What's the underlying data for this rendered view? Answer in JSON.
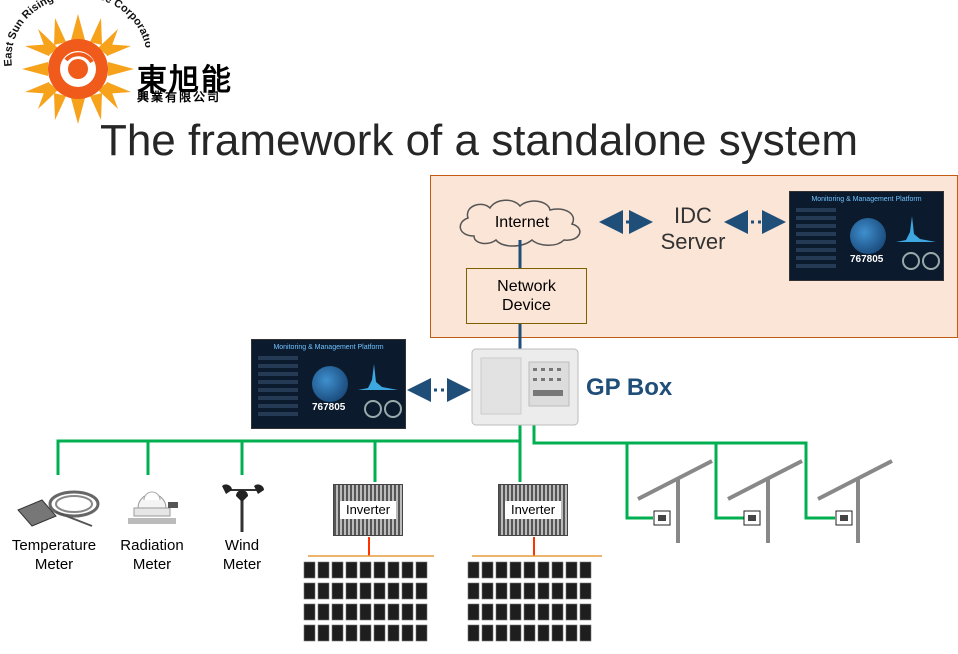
{
  "logo": {
    "company_english": "East Sun Rising Enterprise Corporation",
    "company_chinese": "東旭能",
    "company_chinese_sub": "興業有限公司"
  },
  "title": "The framework of a standalone system",
  "cloud": {
    "internet_label": "Internet",
    "idc_label": "IDC",
    "server_label": "Server",
    "network_device_label": "Network Device",
    "network_device_line1": "Network",
    "network_device_line2": "Device"
  },
  "screen": {
    "header": "Monitoring & Management Platform",
    "big_number": "767805"
  },
  "gpbox": {
    "label": "GP Box"
  },
  "devices": {
    "temperature_meter": {
      "line1": "Temperature",
      "line2": "Meter"
    },
    "radiation_meter": {
      "line1": "Radiation",
      "line2": "Meter"
    },
    "wind_meter": {
      "line1": "Wind",
      "line2": "Meter"
    },
    "inverter1": "Inverter",
    "inverter2": "Inverter"
  },
  "colors": {
    "bus_line": "#00b050",
    "network_line": "#1f4e79",
    "panel_fill": "#fbe5d6",
    "panel_border": "#c55a11",
    "gpbox_text": "#1f4e79",
    "inverter_link": "#ff3300"
  }
}
